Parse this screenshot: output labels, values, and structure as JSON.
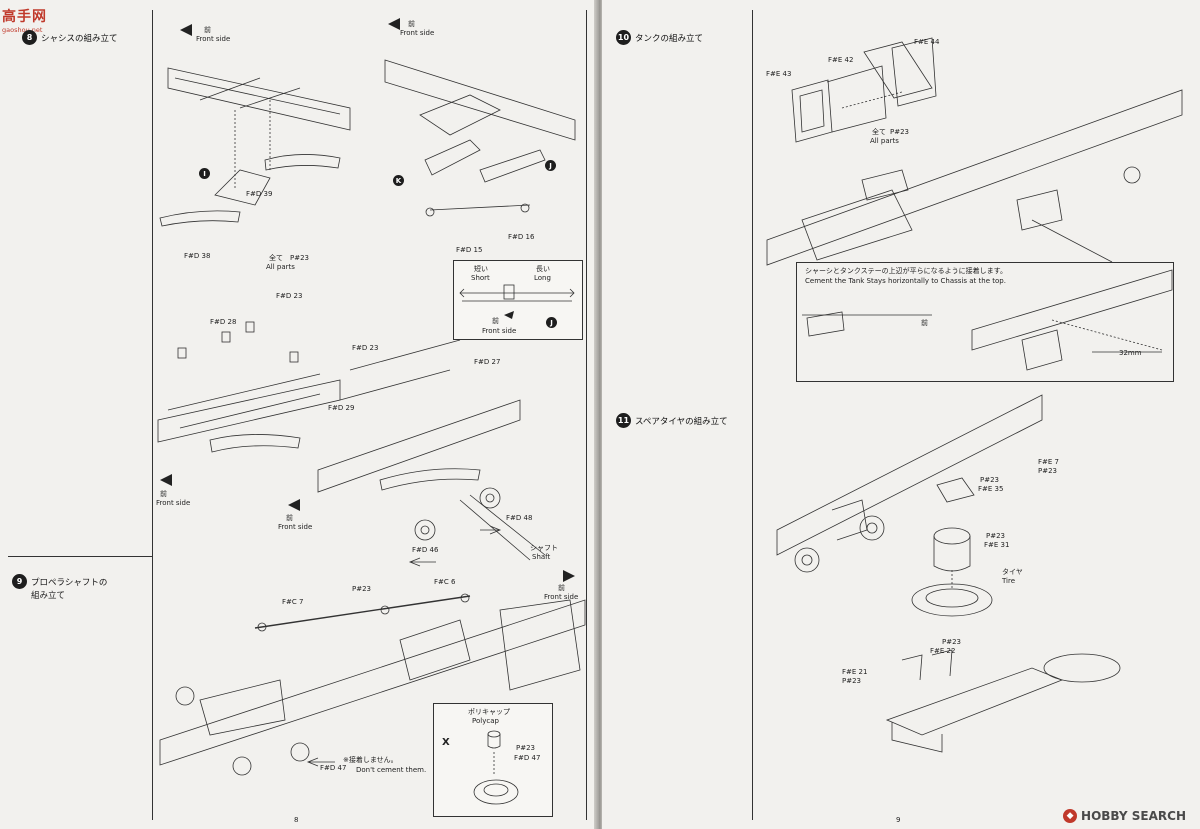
{
  "watermark": {
    "chars": "高手网",
    "url": "gaoshou.net"
  },
  "page_numbers": {
    "left": "8",
    "right": "9"
  },
  "steps": {
    "s8": {
      "num": "8",
      "title": "シャシスの組み立て"
    },
    "s9": {
      "num": "9",
      "title_line1": "プロペラシャフトの",
      "title_line2": "組み立て"
    },
    "s10": {
      "num": "10",
      "title": "タンクの組み立て"
    },
    "s11": {
      "num": "11",
      "title": "スペアタイヤの組み立て"
    }
  },
  "markers": {
    "I": "I",
    "K": "K",
    "J": "J",
    "J2": "J"
  },
  "labels": {
    "front_jp": "前",
    "front_en": "Front side",
    "all_parts_jp": "全て",
    "all_parts_en": "All parts",
    "short_jp": "短い",
    "short_en": "Short",
    "long_jp": "長い",
    "long_en": "Long",
    "shaft_jp": "シャフト",
    "shaft_en": "Shaft",
    "polycap_jp": "ポリキャップ",
    "polycap_en": "Polycap",
    "no_cement_jp": "※接着しません。",
    "no_cement_en": "Don't cement them.",
    "tire_jp": "タイヤ",
    "tire_en": "Tire",
    "tank_note_jp": "シャーシとタンクステーの上辺が平らになるように接着します。",
    "tank_note_en": "Cement the Tank Stays horizontally to Chassis at the top.",
    "dim_32": "32mm",
    "x_mark": "X"
  },
  "parts": {
    "fd39": "F#D 39",
    "fd38": "F#D 38",
    "p23": "P#23",
    "fd28": "F#D 28",
    "fd23": "F#D 23",
    "fd27": "F#D 27",
    "fd29": "F#D 29",
    "fd15": "F#D 15",
    "fd16": "F#D 16",
    "fd48": "F#D 48",
    "fd46": "F#D 46",
    "fc6": "F#C 6",
    "fc7": "F#C 7",
    "fd47": "F#D 47",
    "fe43": "F#E 43",
    "fe42": "F#E 42",
    "fe44": "F#E 44",
    "fe7": "F#E 7",
    "fe35": "F#E 35",
    "fe31": "F#E 31",
    "fe21": "F#E 21",
    "fe22": "F#E 22",
    "p23b": "P#23"
  },
  "brand": "HOBBY SEARCH",
  "colors": {
    "ink": "#222222",
    "paper": "#f2f1ee",
    "accent": "#c0392b"
  }
}
